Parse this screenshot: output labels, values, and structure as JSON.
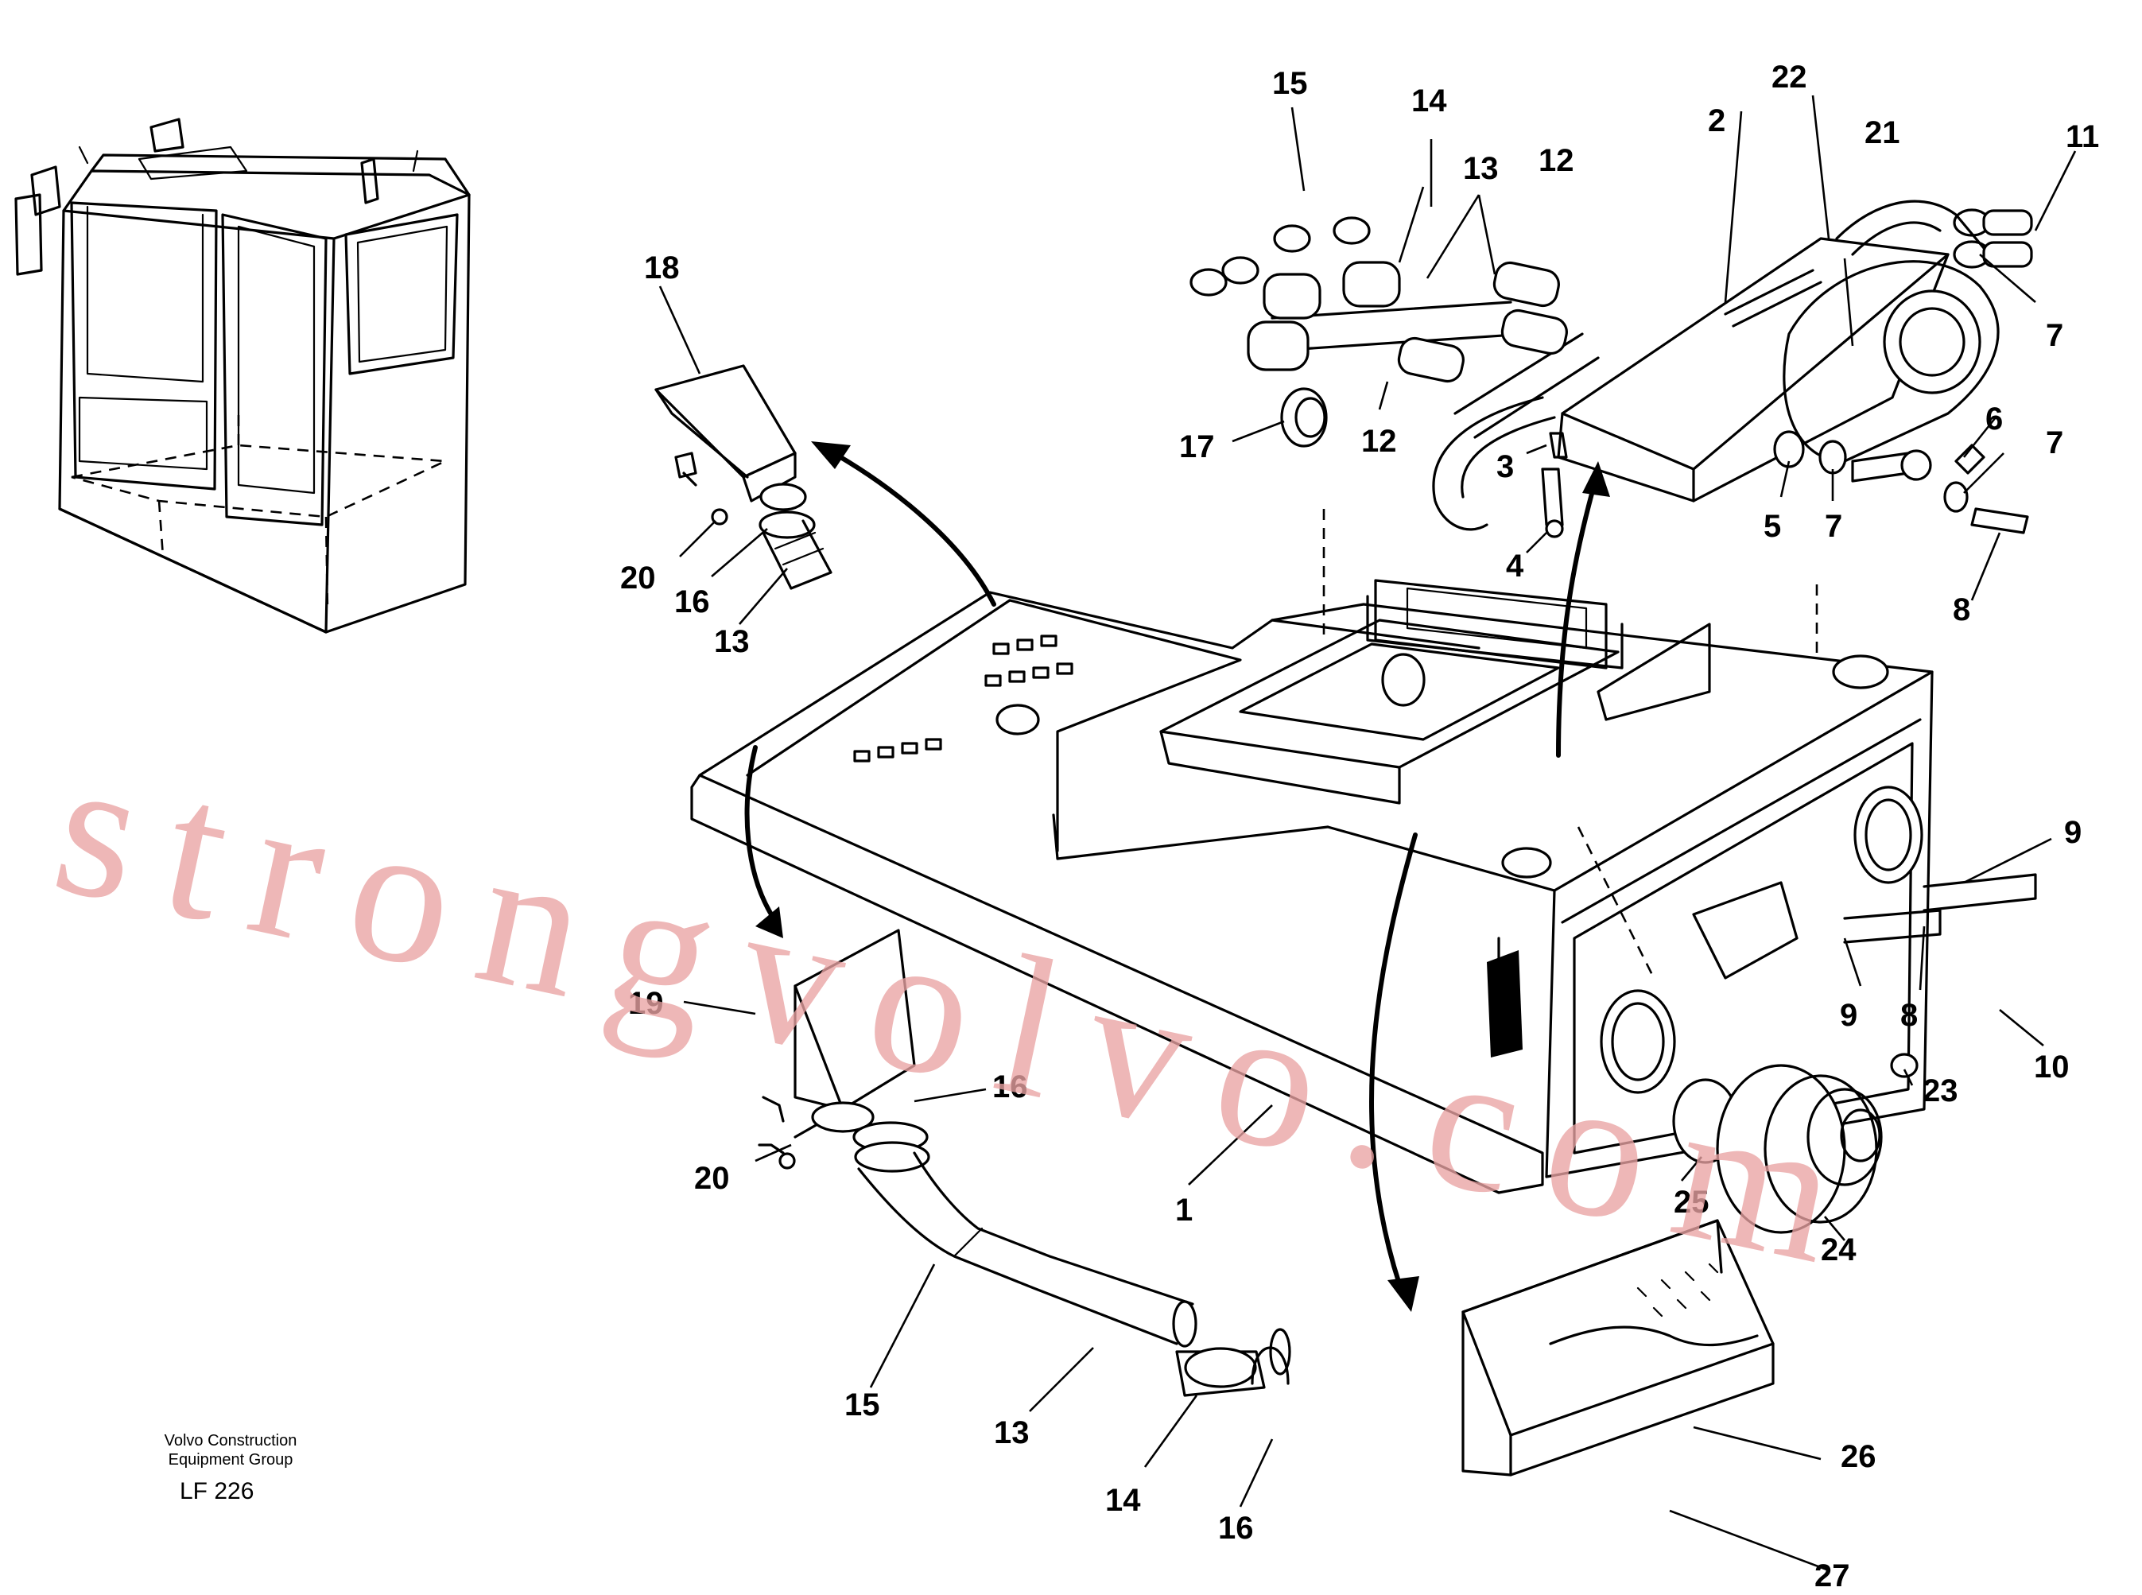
{
  "watermark": "strongvolvo.com",
  "caption": {
    "line1": "Volvo Construction",
    "line2": "Equipment Group",
    "code": "LF 226"
  },
  "callouts": [
    "1",
    "2",
    "3",
    "4",
    "5",
    "6",
    "7",
    "8",
    "9",
    "10",
    "11",
    "12",
    "13",
    "14",
    "15",
    "16",
    "17",
    "18",
    "19",
    "20",
    "21",
    "22",
    "23",
    "24",
    "25",
    "26",
    "27"
  ],
  "icons": [
    "cab-overview-illustration",
    "floor-frame-illustration",
    "heater-unit-illustration",
    "duct-hose-illustration",
    "drip-tray-illustration",
    "direction-arrow-icon"
  ]
}
